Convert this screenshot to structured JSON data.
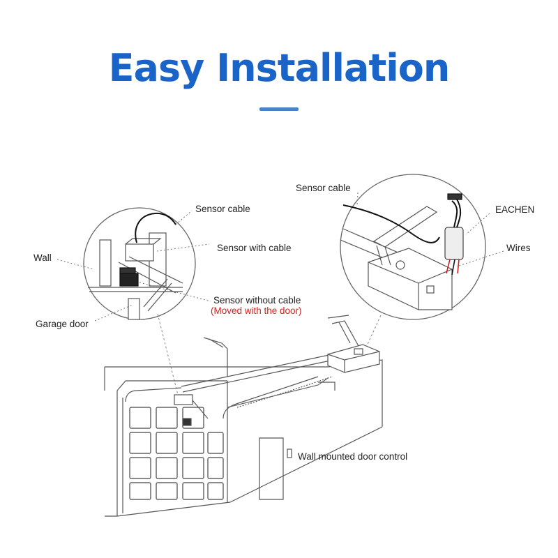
{
  "header": {
    "title": "Easy Installation",
    "accent_color": "#1a64c8"
  },
  "labels": {
    "sensor_cable_left": "Sensor cable",
    "sensor_with_cable": "Sensor with cable",
    "wall": "Wall",
    "sensor_without_cable": "Sensor without cable",
    "moved_with_door": "(Moved with the door)",
    "garage_door": "Garage door",
    "sensor_cable_right": "Sensor cable",
    "eachen": "EACHEN",
    "wires": "Wires",
    "wall_control": "Wall mounted door control"
  },
  "colors": {
    "line": "#555555",
    "cable": "#111111",
    "warning_text": "#d42020"
  }
}
